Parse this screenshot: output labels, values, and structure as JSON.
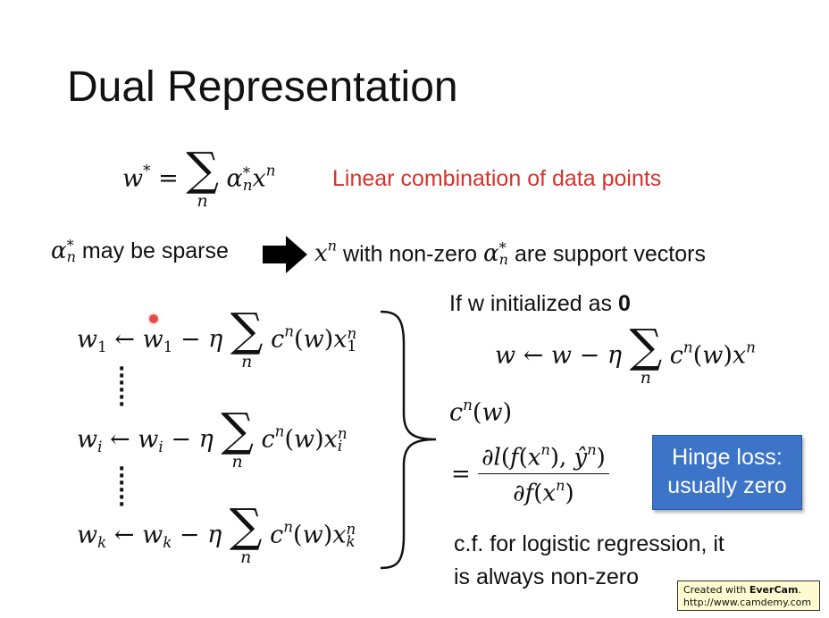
{
  "slide": {
    "title": "Dual Representation",
    "annotation_linear": "Linear combination of data points",
    "may_be_sparse": "may be sparse",
    "support_vectors_mid": "with non-zero",
    "support_vectors_end": "are support vectors",
    "init_text": "If w initialized as",
    "init_zero": "0",
    "hinge_loss": "Hinge loss: usually zero",
    "cf_line1": "c.f. for logistic regression, it",
    "cf_line2": "is always non-zero"
  },
  "watermark": {
    "created_with": "Created with",
    "brand": "EverCam",
    "url": "http://www.camdemy.com"
  },
  "colors": {
    "accent_red": "#d6322b",
    "hinge_box": "#3c74c7",
    "watermark_bg": "#fffbd0"
  },
  "icons": {
    "arrow": "right-arrow-icon",
    "brace": "right-brace-icon"
  }
}
